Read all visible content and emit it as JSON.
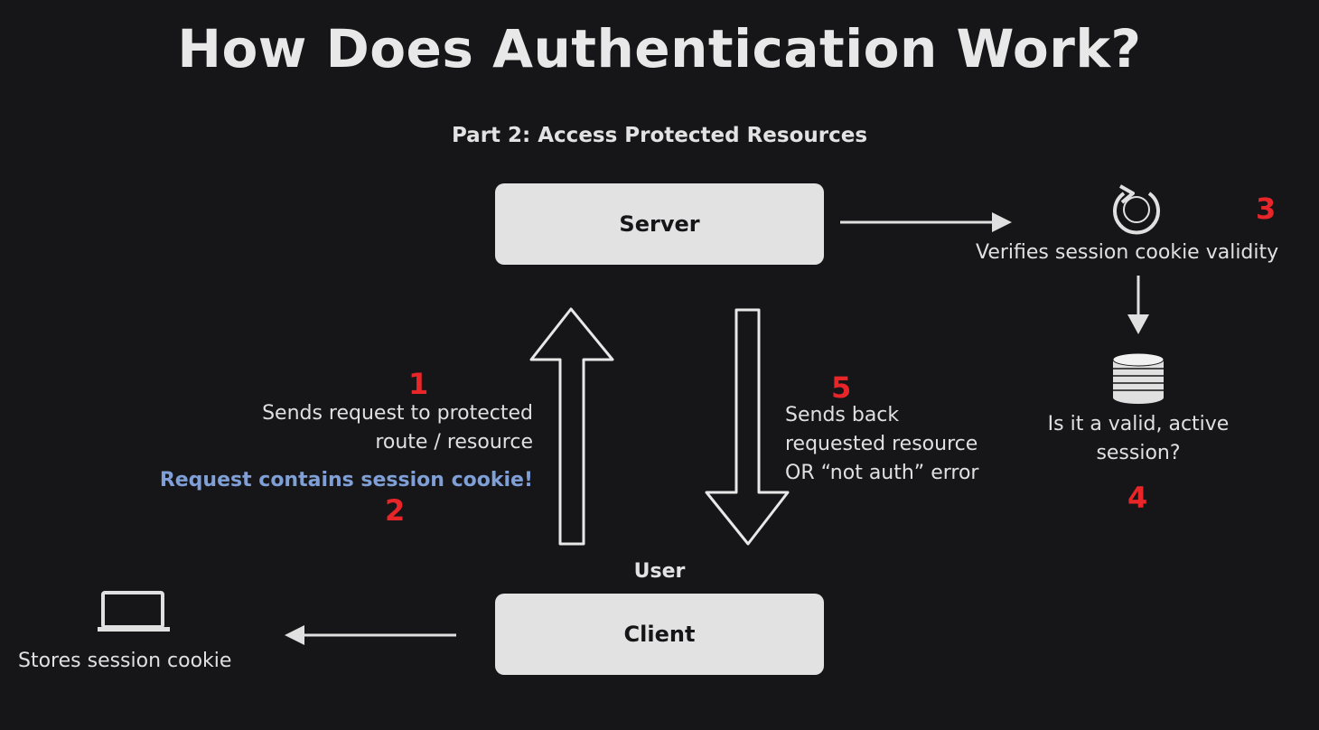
{
  "title": "How Does Authentication Work?",
  "subtitle": "Part 2: Access Protected Resources",
  "nodes": {
    "server": "Server",
    "client": "Client",
    "user": "User"
  },
  "steps": {
    "step1": {
      "number": "1",
      "line1": "Sends request to protected",
      "line2": "route / resource"
    },
    "step2": {
      "number": "2",
      "text": "Request contains session cookie!"
    },
    "step3": {
      "number": "3",
      "text": "Verifies session cookie validity"
    },
    "step4": {
      "number": "4",
      "line1": "Is it a valid, active",
      "line2": "session?"
    },
    "step5": {
      "number": "5",
      "line1": "Sends back",
      "line2": "requested resource",
      "line3": "OR “not auth” error"
    }
  },
  "client_action": "Stores session cookie",
  "icons": [
    "refresh-icon",
    "database-icon",
    "laptop-icon"
  ],
  "colors": {
    "background": "#161618",
    "box": "#e2e2e2",
    "step_number": "#e8262a",
    "highlight": "#7f9fd6"
  }
}
